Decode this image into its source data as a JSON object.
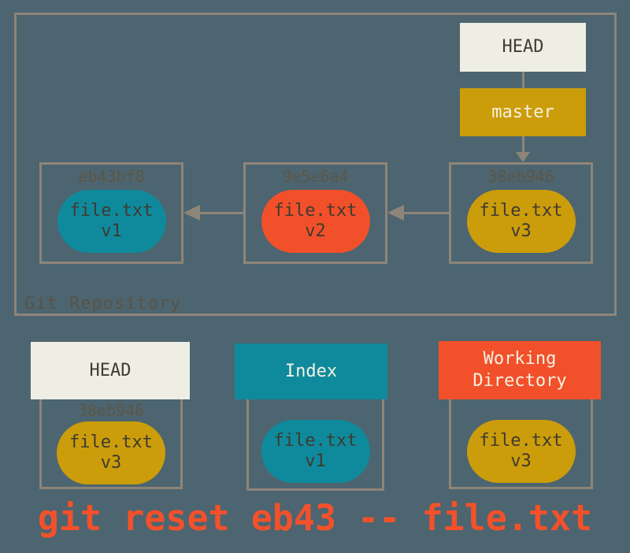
{
  "colors": {
    "background": "#4c6570",
    "line_and_border": "#8e8578",
    "cream": "#efeee4",
    "gold": "#cc9d0a",
    "teal": "#0f8a9c",
    "red_orange": "#f2502a",
    "hash_text": "#5d5647",
    "dark_text": "#423c31",
    "light_text": "#f5f1e2",
    "command_text": "#f3512a"
  },
  "repository": {
    "label": "Git Repository",
    "head": {
      "label": "HEAD"
    },
    "branch": {
      "label": "master"
    },
    "commits": [
      {
        "hash": "eb43bf8",
        "file": "file.txt",
        "version": "v1"
      },
      {
        "hash": "9e5e6a4",
        "file": "file.txt",
        "version": "v2"
      },
      {
        "hash": "38eb946",
        "file": "file.txt",
        "version": "v3"
      }
    ]
  },
  "trees": {
    "head": {
      "label": "HEAD",
      "hash": "38eb946",
      "file": "file.txt",
      "version": "v3"
    },
    "index": {
      "label": "Index",
      "file": "file.txt",
      "version": "v1"
    },
    "working_directory": {
      "label": "Working Directory",
      "file": "file.txt",
      "version": "v3"
    }
  },
  "command": "git reset eb43 -- file.txt"
}
